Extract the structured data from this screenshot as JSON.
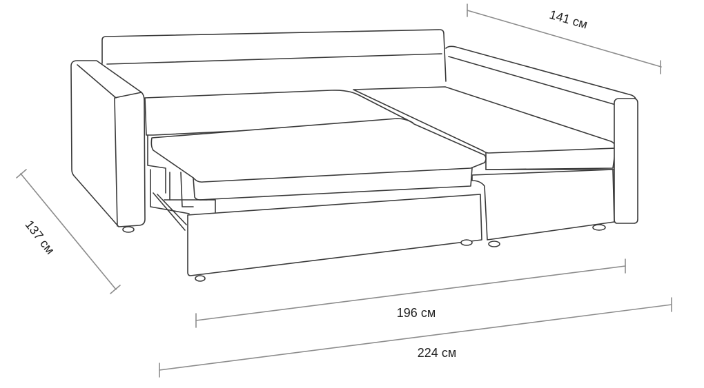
{
  "colors": {
    "outline": "#3a3a3a",
    "dimension_line": "#8c8c8c",
    "background": "#ffffff",
    "label_text": "#222222"
  },
  "dimensions": {
    "depth_chaise": "141 см",
    "depth_side": "137 см",
    "inner_width": "196 см",
    "total_width": "224 см"
  }
}
